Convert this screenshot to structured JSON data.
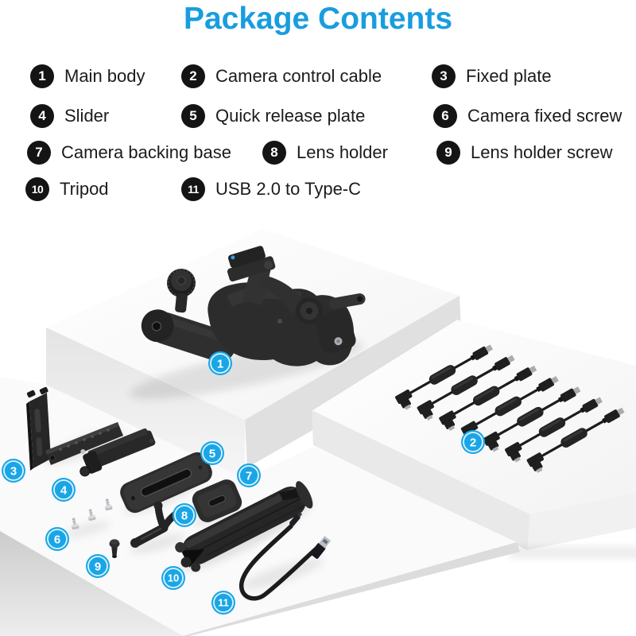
{
  "title": {
    "text": "Package Contents",
    "color": "#189ddf"
  },
  "legend": {
    "badge_bg": "#141414",
    "badge_fg": "#ffffff",
    "items": [
      {
        "num": "1",
        "label": "Main body"
      },
      {
        "num": "2",
        "label": "Camera control cable"
      },
      {
        "num": "3",
        "label": "Fixed plate"
      },
      {
        "num": "4",
        "label": "Slider"
      },
      {
        "num": "5",
        "label": "Quick release plate"
      },
      {
        "num": "6",
        "label": "Camera fixed screw"
      },
      {
        "num": "7",
        "label": "Camera backing base"
      },
      {
        "num": "8",
        "label": "Lens holder"
      },
      {
        "num": "9",
        "label": "Lens holder screw"
      },
      {
        "num": "10",
        "label": "Tripod"
      },
      {
        "num": "11",
        "label": "USB 2.0 to Type-C"
      }
    ]
  },
  "scene": {
    "badge_color": "#1aa6e6",
    "badge_text_color": "#ffffff",
    "cable_count": 7,
    "badges": [
      {
        "num": "1"
      },
      {
        "num": "2"
      },
      {
        "num": "3"
      },
      {
        "num": "4"
      },
      {
        "num": "5"
      },
      {
        "num": "6"
      },
      {
        "num": "7"
      },
      {
        "num": "8"
      },
      {
        "num": "9"
      },
      {
        "num": "10"
      },
      {
        "num": "11"
      }
    ]
  }
}
